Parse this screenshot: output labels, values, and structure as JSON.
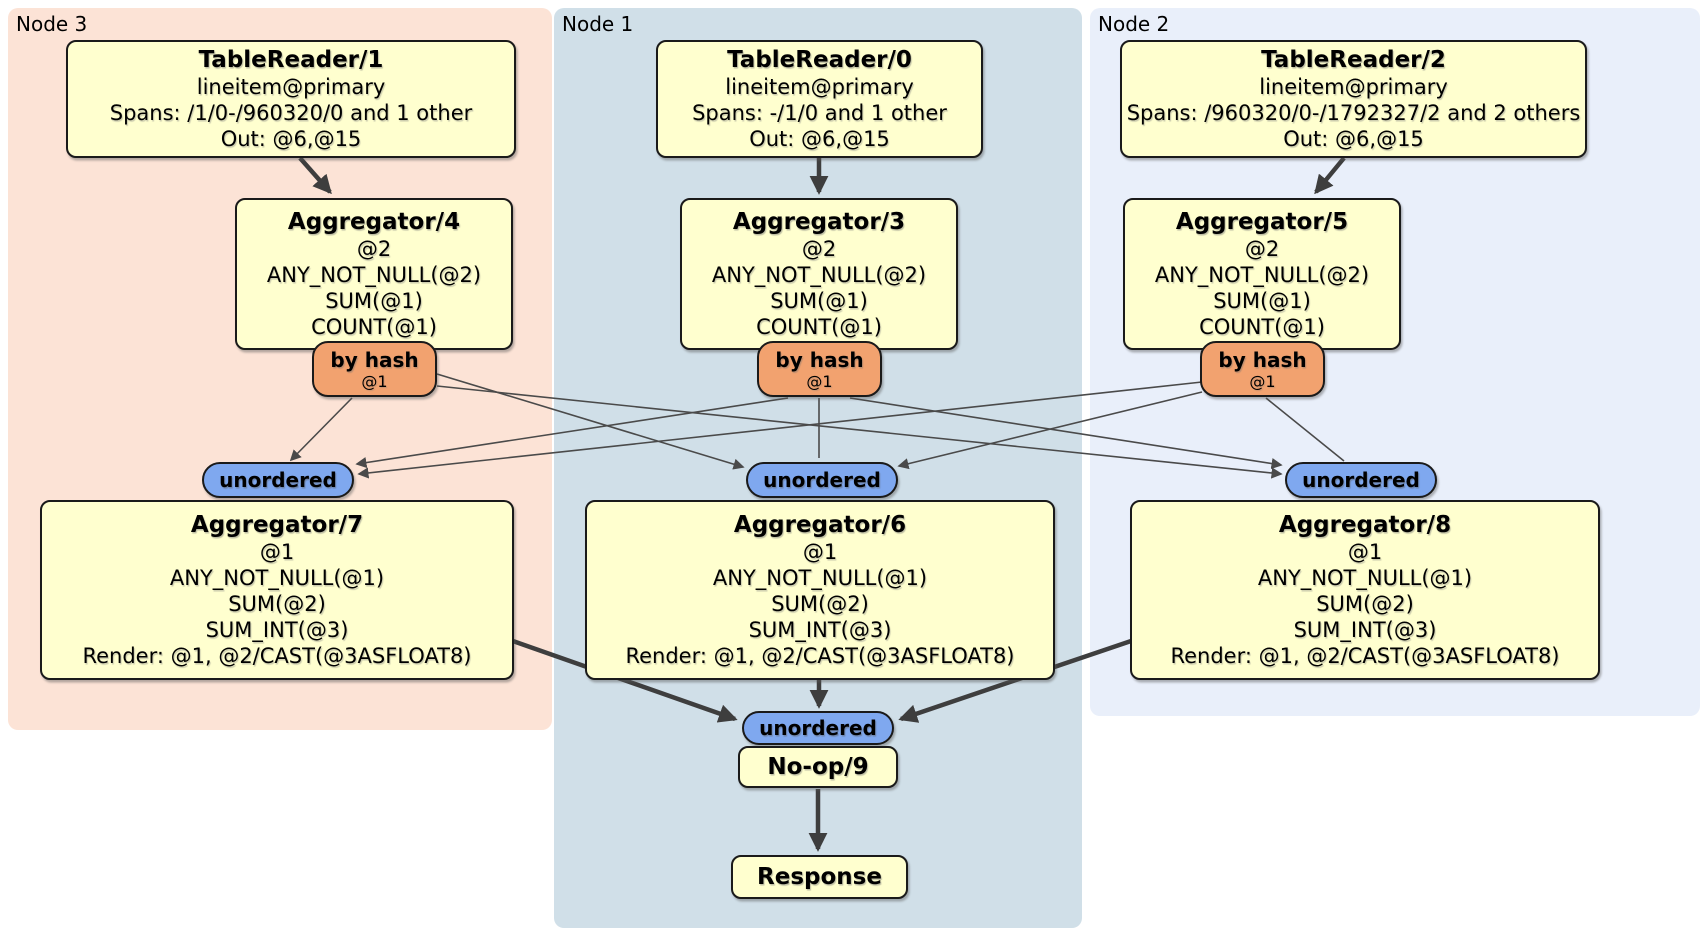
{
  "regions": [
    {
      "label": "Node 3"
    },
    {
      "label": "Node 1"
    },
    {
      "label": "Node 2"
    }
  ],
  "boxes": {
    "tr1": {
      "title": "TableReader/1",
      "lines": [
        "lineitem@primary",
        "Spans: /1/0-/960320/0 and 1 other",
        "Out: @6,@15"
      ]
    },
    "tr0": {
      "title": "TableReader/0",
      "lines": [
        "lineitem@primary",
        "Spans: -/1/0 and 1 other",
        "Out: @6,@15"
      ]
    },
    "tr2": {
      "title": "TableReader/2",
      "lines": [
        "lineitem@primary",
        "Spans: /960320/0-/1792327/2 and 2 others",
        "Out: @6,@15"
      ]
    },
    "agg4": {
      "title": "Aggregator/4",
      "lines": [
        "@2",
        "ANY_NOT_NULL(@2)",
        "SUM(@1)",
        "COUNT(@1)"
      ]
    },
    "agg3": {
      "title": "Aggregator/3",
      "lines": [
        "@2",
        "ANY_NOT_NULL(@2)",
        "SUM(@1)",
        "COUNT(@1)"
      ]
    },
    "agg5": {
      "title": "Aggregator/5",
      "lines": [
        "@2",
        "ANY_NOT_NULL(@2)",
        "SUM(@1)",
        "COUNT(@1)"
      ]
    },
    "agg7": {
      "title": "Aggregator/7",
      "lines": [
        "@1",
        "ANY_NOT_NULL(@1)",
        "SUM(@2)",
        "SUM_INT(@3)",
        "Render: @1, @2/CAST(@3ASFLOAT8)"
      ]
    },
    "agg6": {
      "title": "Aggregator/6",
      "lines": [
        "@1",
        "ANY_NOT_NULL(@1)",
        "SUM(@2)",
        "SUM_INT(@3)",
        "Render: @1, @2/CAST(@3ASFLOAT8)"
      ]
    },
    "agg8": {
      "title": "Aggregator/8",
      "lines": [
        "@1",
        "ANY_NOT_NULL(@1)",
        "SUM(@2)",
        "SUM_INT(@3)",
        "Render: @1, @2/CAST(@3ASFLOAT8)"
      ]
    },
    "noop": {
      "title": "No-op/9"
    },
    "response": {
      "title": "Response"
    }
  },
  "routers": [
    {
      "label": "by hash",
      "detail": "@1"
    },
    {
      "label": "by hash",
      "detail": "@1"
    },
    {
      "label": "by hash",
      "detail": "@1"
    }
  ],
  "syncs": [
    {
      "label": "unordered"
    },
    {
      "label": "unordered"
    },
    {
      "label": "unordered"
    },
    {
      "label": "unordered"
    }
  ],
  "colors": {
    "node3_bg": "#fce3d6",
    "node1_bg": "#d0dfe8",
    "node2_bg": "#e9effa",
    "processor_bg": "#ffffcf",
    "router_bg": "#f2a26f",
    "sync_bg": "#7fa8ef",
    "edge_thin": "#4a4a4a",
    "edge_thick": "#3e3e3e",
    "border": "#1a1a1a"
  }
}
